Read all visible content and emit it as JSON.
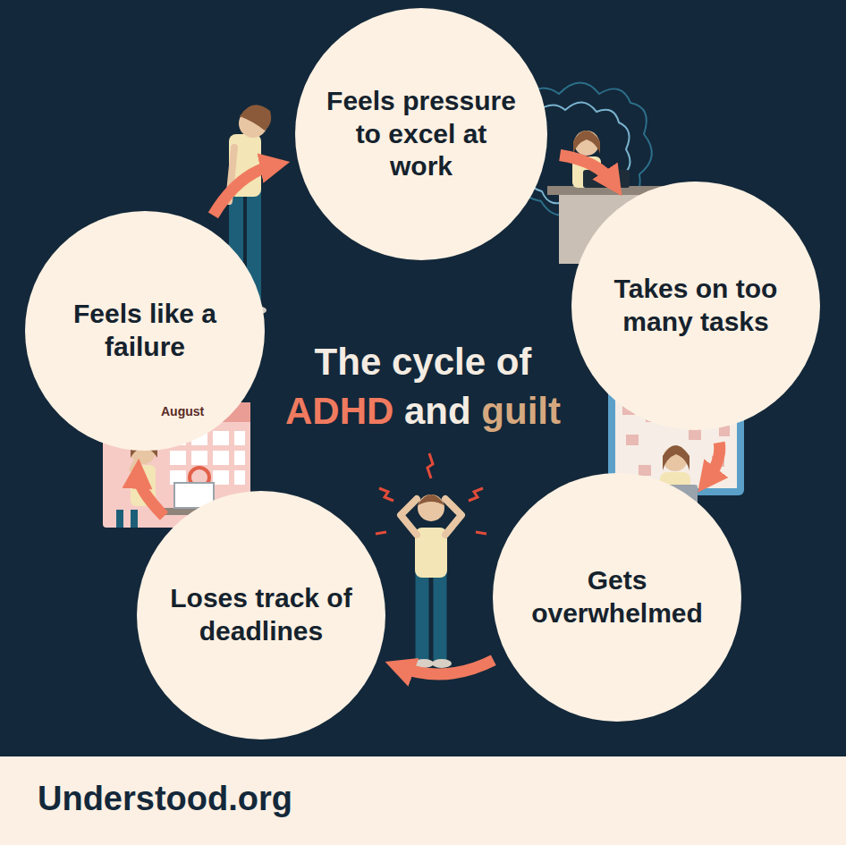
{
  "diagram": {
    "title": "The cycle of ADHD and guilt",
    "nodes": [
      {
        "text": [
          "Feels pressure to excel at work"
        ]
      },
      {
        "text": [
          "Takes on too many tasks"
        ]
      },
      {
        "text": [
          "Gets overwhelmed"
        ]
      },
      {
        "text": [
          "Loses track of deadlines"
        ]
      },
      {
        "text": [
          "Feels like a failure"
        ]
      }
    ],
    "edges": [
      {
        "from": 0,
        "to": 1,
        "arrow": "to"
      },
      {
        "from": 1,
        "to": 2,
        "arrow": "to"
      },
      {
        "from": 2,
        "to": 3,
        "arrow": "to"
      },
      {
        "from": 3,
        "to": 4,
        "arrow": "to"
      },
      {
        "from": 4,
        "to": 0,
        "arrow": "to"
      }
    ],
    "labels": [
      "August",
      "Understood.org"
    ]
  }
}
